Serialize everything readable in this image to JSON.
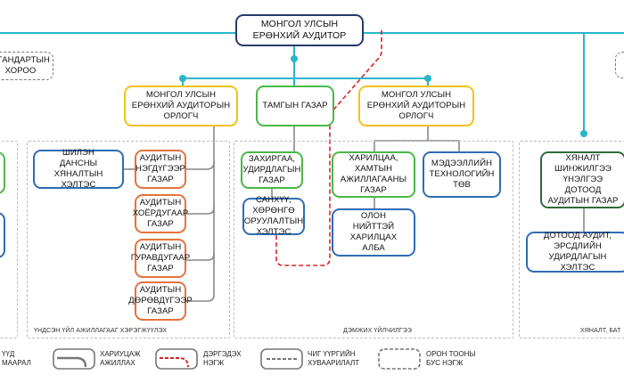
{
  "chart_data": {
    "type": "organizational-chart",
    "nodes": {
      "auditor_general": "МОНГОЛ УЛСЫН\nЕРӨНХИЙ АУДИТОР",
      "standards_committee": "СТАНДАРТЫН\nХОРОО",
      "deputy_left": "МОНГОЛ УЛСЫН\nЕРӨНХИЙ АУДИТОРЫН\nОРЛОГЧ",
      "secretariat": "ТАМГЫН ГАЗАР",
      "deputy_right": "МОНГОЛ УЛСЫН\nЕРӨНХИЙ АУДИТОРЫН\nОРЛОГЧ",
      "expertise_control": "ШИЛЭН\nДАНСНЫ ХЯНАЛТЫН\nХЭЛТЭС",
      "audit_dept_1": "АУДИТЫН\nНЭГДҮГЭЭР\nГАЗАР",
      "audit_dept_2": "АУДИТЫН\nХОЁРДУГААР\nГАЗАР",
      "audit_dept_3": "АУДИТЫН\nГУРАВДУГААР\nГАЗАР",
      "audit_dept_4": "АУДИТЫН\nДӨРӨВДҮГЭЭР\nГАЗАР",
      "admin_dept": "ЗАХИРГАА,\nУДИРДЛАГЫН\nГАЗАР",
      "treasury_div": "САНХҮҮ,\nХӨРӨНГӨ\nОРУУЛАЛТЫН\nХЭЛТЭС",
      "cooperation_dept": "ХАРИЛЦАА,\nХАМТЫН\nАЖИЛЛАГААНЫ\nГАЗАР",
      "it_center": "МЭДЭЭЛЛИЙН\nТЕХНОЛОГИЙН\nТӨВ",
      "public_relations": "ОЛОН\nНИЙТТЭЙ\nХАРИЛЦАХ\nАЛБА",
      "internal_audit_dept": "ХЯНАЛТ\nШИНЖИЛГЭЭ\nҮНЭЛГЭЭ\nДОТООД\nАУДИТЫН ГАЗАР",
      "internal_audit_div": "ДОТООД АУДИТ,\nЭРСДЛИЙН\nУДИРДЛАГЫН ХЭЛТЭС"
    },
    "regions": {
      "core": "ҮНДСЭН ҮЙЛ АЖИЛЛАГААГ ХЭРЭГЖҮҮЛЭХ",
      "support": "ДЭМЖИХ ҮЙЛЧИЛГЭЭ",
      "control": "ХЯНАЛТ, БАТ"
    },
    "legend": [
      {
        "key": "partial",
        "label": "ҮҮД\nМААРАЛ"
      },
      {
        "key": "reporting",
        "label": "ХАРИУЦАЖ\nАЖИЛЛАХ"
      },
      {
        "key": "subordinate",
        "label": "ДЭРГЭДЭХ\nНЭГЖ"
      },
      {
        "key": "functional",
        "label": "ЧИГ ҮҮРГИЙН\nХУВААРИЛАЛТ"
      },
      {
        "key": "nonstaff",
        "label": "ОРОН ТООНЫ\nБУС НЭГЖ"
      }
    ],
    "colors": {
      "line": "#2bb5c9",
      "navy": "#273a6b",
      "yellow": "#f1c21b",
      "green": "#49b848",
      "blue": "#2d6db5",
      "orange": "#e4733b",
      "dark_green": "#2e6b3a",
      "red_dashed": "#d9242a",
      "gray": "#888888"
    }
  }
}
